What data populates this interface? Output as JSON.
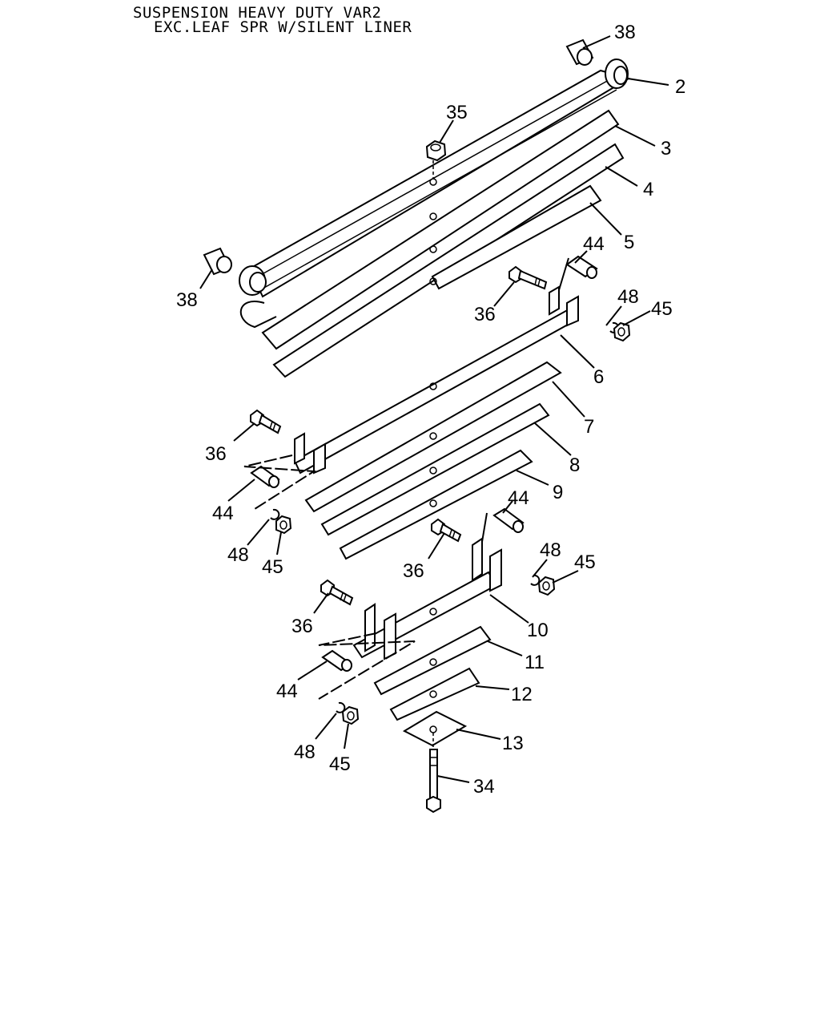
{
  "title": {
    "line1": "SUSPENSION HEAVY DUTY VAR2",
    "line2": "EXC.LEAF SPR W/SILENT LINER"
  },
  "callouts": [
    {
      "id": "c38a",
      "label": "38"
    },
    {
      "id": "c2",
      "label": "2"
    },
    {
      "id": "c35",
      "label": "35"
    },
    {
      "id": "c3",
      "label": "3"
    },
    {
      "id": "c4",
      "label": "4"
    },
    {
      "id": "c5",
      "label": "5"
    },
    {
      "id": "c38b",
      "label": "38"
    },
    {
      "id": "c44a",
      "label": "44"
    },
    {
      "id": "c36a",
      "label": "36"
    },
    {
      "id": "c48a",
      "label": "48"
    },
    {
      "id": "c45a",
      "label": "45"
    },
    {
      "id": "c6",
      "label": "6"
    },
    {
      "id": "c7",
      "label": "7"
    },
    {
      "id": "c36b",
      "label": "36"
    },
    {
      "id": "c8",
      "label": "8"
    },
    {
      "id": "c44b",
      "label": "44"
    },
    {
      "id": "c9",
      "label": "9"
    },
    {
      "id": "c48b",
      "label": "48"
    },
    {
      "id": "c45b",
      "label": "45"
    },
    {
      "id": "c44c",
      "label": "44"
    },
    {
      "id": "c48c",
      "label": "48"
    },
    {
      "id": "c45c",
      "label": "45"
    },
    {
      "id": "c36c",
      "label": "36"
    },
    {
      "id": "c36d",
      "label": "36"
    },
    {
      "id": "c10",
      "label": "10"
    },
    {
      "id": "c11",
      "label": "11"
    },
    {
      "id": "c44d",
      "label": "44"
    },
    {
      "id": "c12",
      "label": "12"
    },
    {
      "id": "c13",
      "label": "13"
    },
    {
      "id": "c48d",
      "label": "48"
    },
    {
      "id": "c45d",
      "label": "45"
    },
    {
      "id": "c34",
      "label": "34"
    }
  ]
}
